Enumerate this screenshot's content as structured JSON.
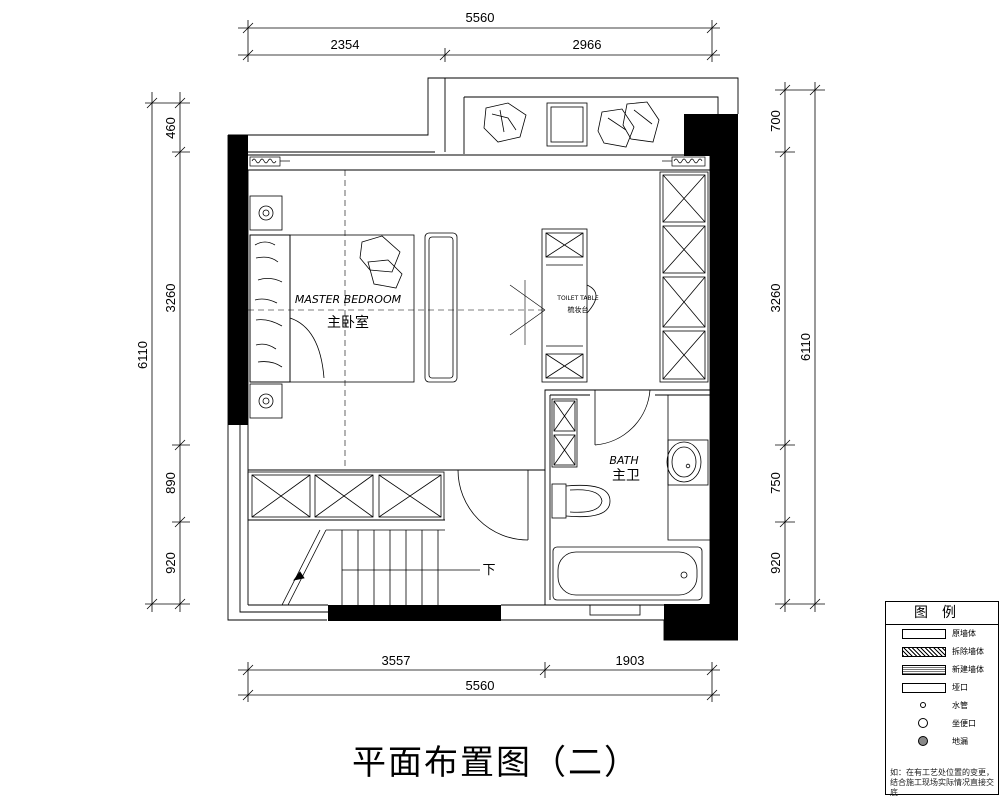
{
  "plan": {
    "title": "平面布置图（二）",
    "top_dims": {
      "total": "5560",
      "left": "2354",
      "right": "2966"
    },
    "bottom_dims": {
      "left": "3557",
      "right": "1903",
      "total": "5560"
    },
    "left_dims": {
      "d1": "460",
      "d2": "3260",
      "d3": "890",
      "d4": "920",
      "total": "6110"
    },
    "right_dims": {
      "d1": "700",
      "d2": "3260",
      "d3": "750",
      "d4": "920",
      "total": "6110"
    },
    "rooms": {
      "bedroom_en": "MASTER BEDROOM",
      "bedroom_cn": "主卧室",
      "toilet_table_en": "TOILET TABLE",
      "toilet_table_cn": "梳妆台",
      "bath_en": "BATH",
      "bath_cn": "主卫",
      "stair_down": "下"
    }
  },
  "legend": {
    "heading": "图例",
    "items": [
      {
        "label": "原墙体",
        "symbol": "solid-wall"
      },
      {
        "label": "拆除墙体",
        "symbol": "hatched-wall"
      },
      {
        "label": "新建墙体",
        "symbol": "dotted-wall"
      },
      {
        "label": "垭口",
        "symbol": "opening"
      },
      {
        "label": "水管",
        "symbol": "small-circle"
      },
      {
        "label": "坐便口",
        "symbol": "circle"
      },
      {
        "label": "地漏",
        "symbol": "drain-circle"
      }
    ],
    "note": "如：在有工艺处位置的变更，结合施工现场实际情况直接交底"
  }
}
